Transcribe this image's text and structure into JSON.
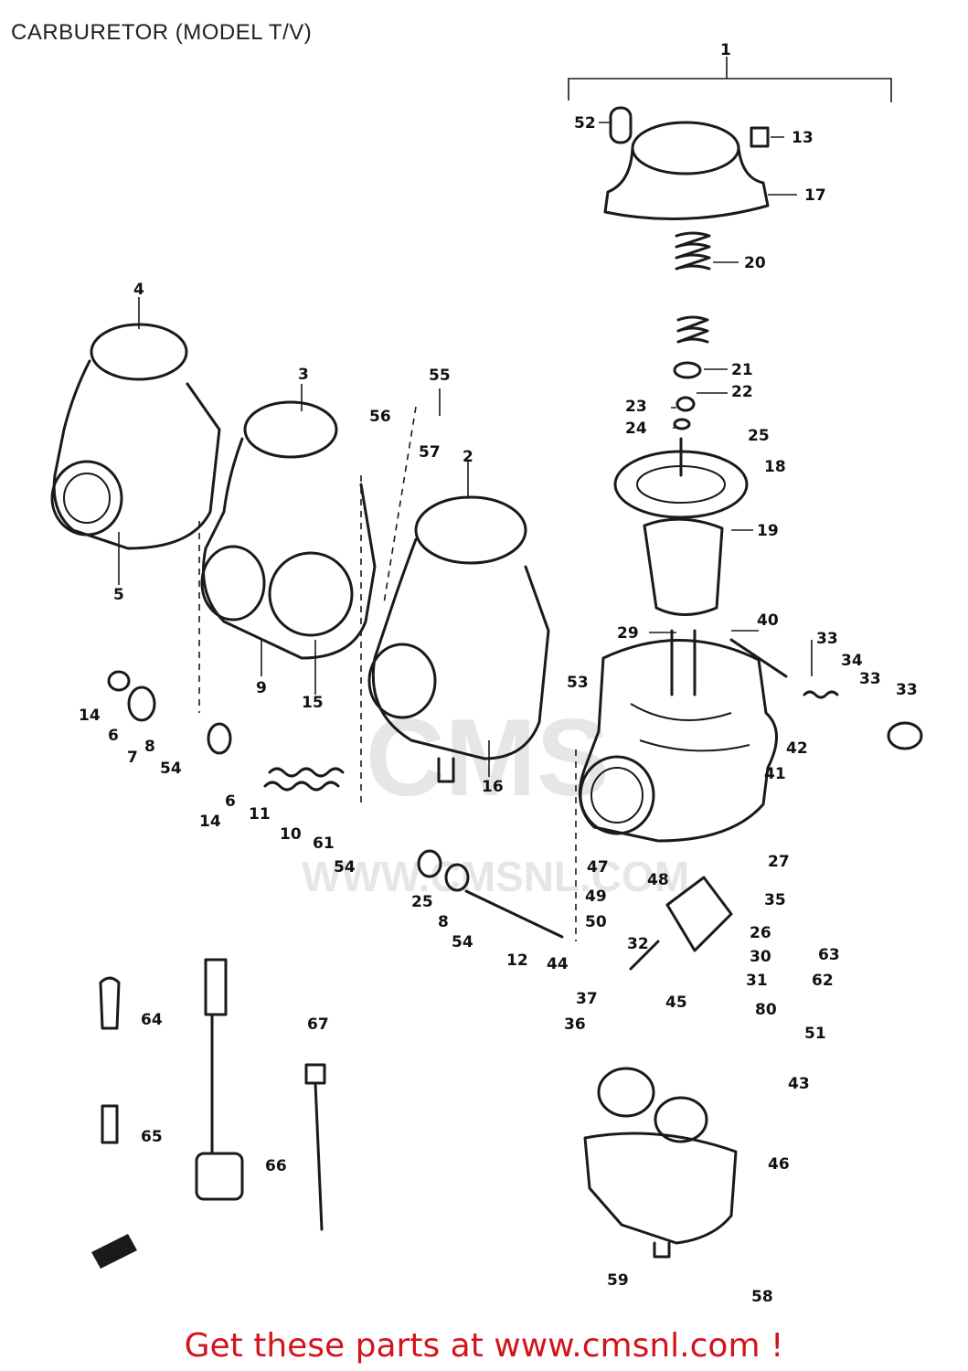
{
  "header": {
    "title": "CARBURETOR (MODEL T/V)"
  },
  "watermark": {
    "text": "WWW.CMSNL.COM"
  },
  "footer": {
    "text": "Get these parts at www.cmsnl.com !"
  },
  "colors": {
    "footer_text": "#d4141c",
    "line_art": "#1a1a1a",
    "watermark": "#e6e6e6"
  },
  "callouts": [
    "1",
    "52",
    "13",
    "17",
    "20",
    "21",
    "22",
    "23",
    "24",
    "25",
    "19",
    "18",
    "29",
    "40",
    "33",
    "34",
    "33",
    "33",
    "53",
    "42",
    "41",
    "27",
    "35",
    "26",
    "30",
    "63",
    "31",
    "62",
    "80",
    "51",
    "43",
    "46",
    "4",
    "5",
    "3",
    "56",
    "55",
    "57",
    "2",
    "9",
    "15",
    "16",
    "14",
    "6",
    "7",
    "8",
    "54",
    "14",
    "6",
    "11",
    "10",
    "61",
    "54",
    "47",
    "48",
    "49",
    "50",
    "25",
    "8",
    "54",
    "12",
    "44",
    "32",
    "37",
    "45",
    "36",
    "64",
    "65",
    "66",
    "67",
    "59",
    "58"
  ]
}
